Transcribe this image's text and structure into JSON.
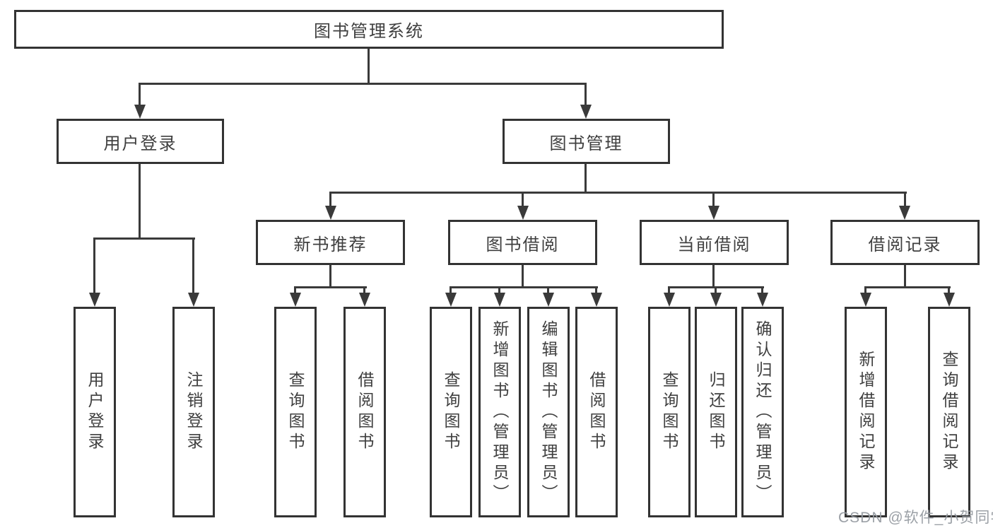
{
  "tree": {
    "root": "图书管理系统",
    "branches": [
      {
        "label": "用户登录",
        "leaves": [
          "用户登录",
          "注销登录"
        ]
      },
      {
        "label": "图书管理",
        "groups": [
          {
            "label": "新书推荐",
            "leaves": [
              "查询图书",
              "借阅图书"
            ]
          },
          {
            "label": "图书借阅",
            "leaves": [
              "查询图书",
              "新增图书（管理员）",
              "编辑图书（管理员）",
              "借阅图书"
            ]
          },
          {
            "label": "当前借阅",
            "leaves": [
              "查询图书",
              "归还图书",
              "确认归还（管理员）"
            ]
          },
          {
            "label": "借阅记录",
            "leaves": [
              "新增借阅记录",
              "查询借阅记录"
            ]
          }
        ]
      }
    ]
  },
  "watermark": "CSDN @软件_小贺同学",
  "colors": {
    "line": "#3a3a3a",
    "box_border": "#333333",
    "text": "#3f3f3f",
    "watermark": "#969ba1",
    "background": "#ffffff"
  }
}
